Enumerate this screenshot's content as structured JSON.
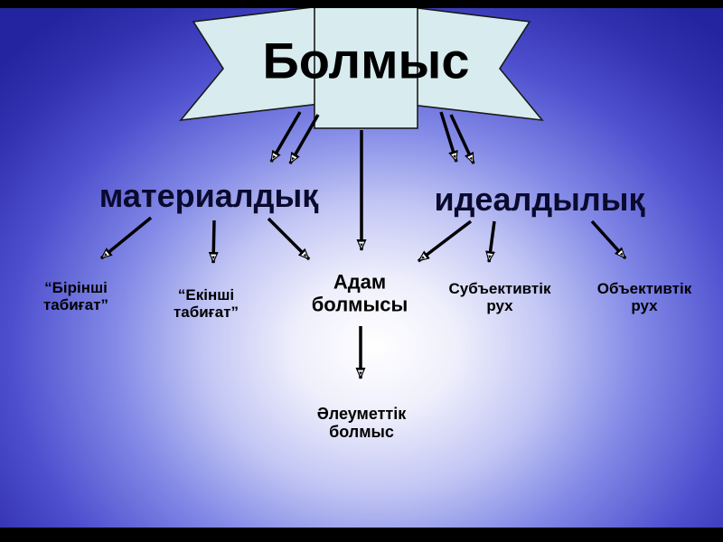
{
  "banner": {
    "title": "Болмыс"
  },
  "branches": {
    "material": "материалдық",
    "ideal": "идеалдылық"
  },
  "nodes": {
    "first_nature": "“Бірінші табиғат”",
    "second_nature": "“Екінші табиғат”",
    "human_being": "Адам болмысы",
    "subjective_spirit": "Субъективтік рух",
    "objective_spirit": "Объективтік рух",
    "social_being": "Әлеуметтік болмыс"
  },
  "edges": [
    {
      "from": "Болмыс",
      "to": "материалдық"
    },
    {
      "from": "Болмыс",
      "to": "Адам болмысы"
    },
    {
      "from": "Болмыс",
      "to": "идеалдылық"
    },
    {
      "from": "материалдық",
      "to": "“Бірінші табиғат”"
    },
    {
      "from": "материалдық",
      "to": "“Екінші табиғат”"
    },
    {
      "from": "материалдық",
      "to": "Адам болмысы"
    },
    {
      "from": "идеалдылық",
      "to": "Адам болмысы"
    },
    {
      "from": "идеалдылық",
      "to": "Субъективтік рух"
    },
    {
      "from": "идеалдылық",
      "to": "Объективтік рух"
    },
    {
      "from": "Адам болмысы",
      "to": "Әлеуметтік болмыс"
    }
  ],
  "colors": {
    "background_edge": "#2424a0",
    "background_center": "#ffffff",
    "banner_fill": "#d8ecef",
    "banner_stroke": "#1a1a1a",
    "arrow": "#000000",
    "branch_text": "#0a0a2e",
    "node_text": "#000000"
  }
}
